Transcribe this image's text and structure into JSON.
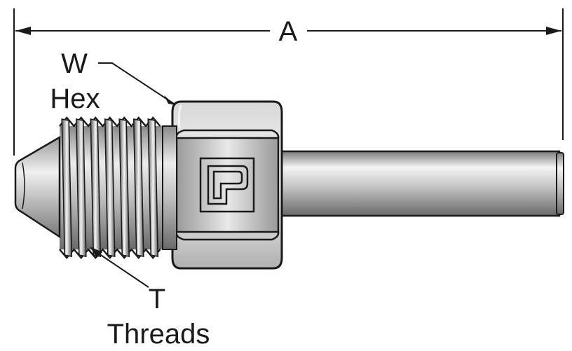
{
  "labels": {
    "dimension": "A",
    "hex_letter": "W",
    "hex_word": "Hex",
    "thread_letter": "T",
    "thread_word": "Threads"
  },
  "colors": {
    "ink": "#1a1a1a",
    "metal_light": "#f2f2f2",
    "metal_mid": "#b8b8b8",
    "metal_dark": "#6e6e6e"
  },
  "logo": "parker-logo-icon"
}
